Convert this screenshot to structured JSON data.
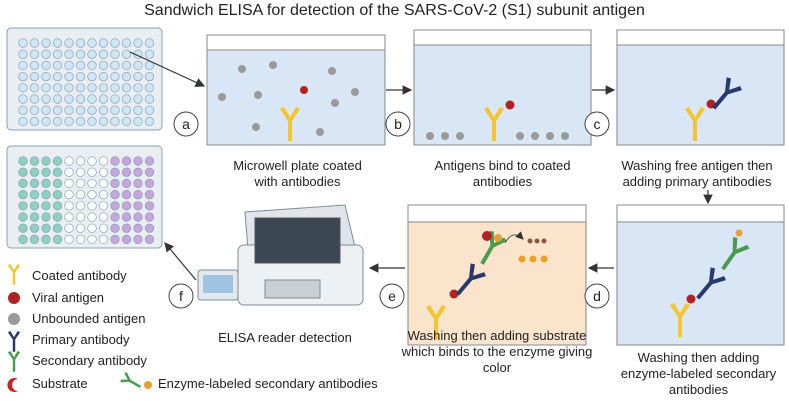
{
  "title": "Sandwich ELISA for detection of the SARS-CoV-2 (S1) subunit antigen",
  "steps": [
    {
      "letter": "a",
      "caption_line1": "Microwell plate coated",
      "caption_line2": "with antibodies"
    },
    {
      "letter": "b",
      "caption_line1": "Antigens bind to coated",
      "caption_line2": "antibodies"
    },
    {
      "letter": "c",
      "caption_line1": "Washing free antigen then",
      "caption_line2": "adding primary antibodies"
    },
    {
      "letter": "d",
      "caption_line1": "Washing then adding",
      "caption_line2": "enzyme-labeled secondary",
      "caption_line3": "antibodies"
    },
    {
      "letter": "e",
      "caption_line1": "Washing then adding substrate",
      "caption_line2": "which binds to the enzyme giving",
      "caption_line3": "color"
    },
    {
      "letter": "f",
      "caption_line1": "ELISA reader detection"
    }
  ],
  "legend": [
    {
      "label": "Coated antibody",
      "icon": "y-antibody-yellow-icon"
    },
    {
      "label": "Viral antigen",
      "icon": "red-sphere-icon"
    },
    {
      "label": "Unbounded antigen",
      "icon": "gray-sphere-icon"
    },
    {
      "label": "Primary antibody",
      "icon": "y-antibody-navy-icon"
    },
    {
      "label": "Secondary antibody",
      "icon": "y-antibody-green-icon"
    },
    {
      "label": "Substrate",
      "icon": "red-crescent-icon"
    },
    {
      "label": "Enzyme-labeled secondary antibodies",
      "icon": "enzyme-antibody-icon"
    }
  ],
  "colors": {
    "coated": "#f2c531",
    "antigen": "#b22222",
    "unbound": "#9a9a9a",
    "primary": "#283a6b",
    "secondary": "#4b9a4f",
    "enzyme": "#e8a030",
    "well_liquid": "#d9e6f5",
    "substrate_liquid": "#fbe4cc"
  }
}
